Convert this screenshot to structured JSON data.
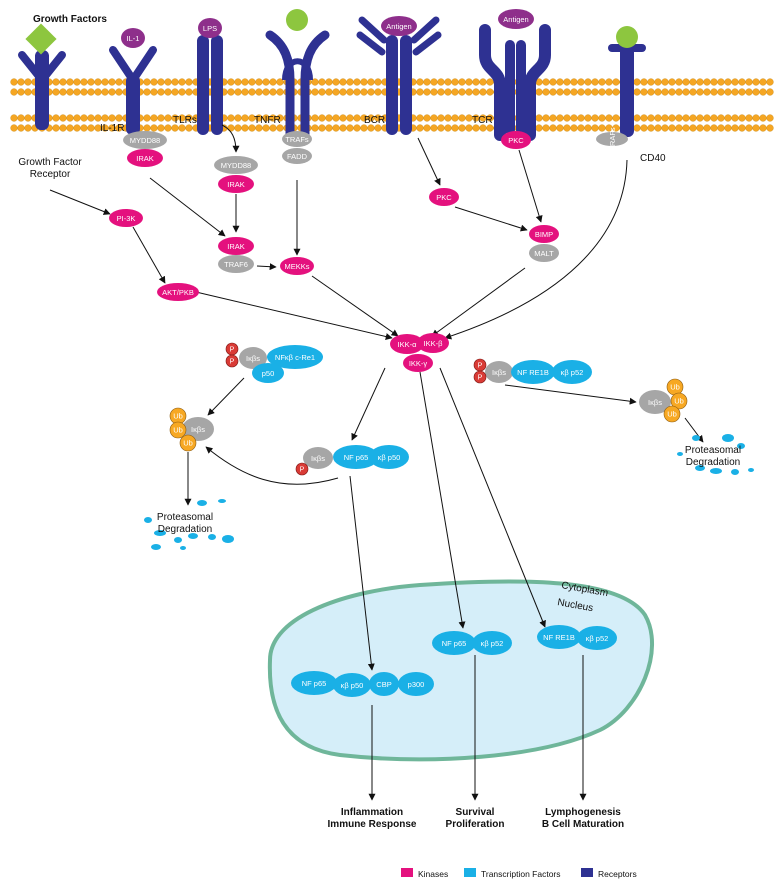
{
  "colors": {
    "kinase": "#e4117e",
    "transcription": "#1ab0e6",
    "receptor": "#2e3192",
    "gray": "#a6a6a6",
    "ligand_green": "#8dc63f",
    "ligand_purple": "#8e2f8b",
    "membrane": "#f5a623",
    "nucleus_fill": "#d5eef9",
    "nucleus_stroke": "#6fb69a",
    "phospho": "#d93b36",
    "ubiquitin": "#f7a823"
  },
  "labels": {
    "growth_factors": "Growth Factors",
    "il1": "IL-1",
    "lps": "LPS",
    "antigen_bcr": "Antigen",
    "antigen_tcr": "Antigen",
    "il1r": "IL-1R",
    "tlrs": "TLRs",
    "tnfr": "TNFR",
    "bcr": "BCR",
    "tcr": "TCR",
    "cd40": "CD40",
    "gf_receptor_1": "Growth Factor",
    "gf_receptor_2": "Receptor",
    "cytoplasm": "Cytoplasm",
    "nucleus": "Nucleus",
    "prot_deg_1": "Proteasomal",
    "prot_deg_2": "Degradation",
    "prot_deg_r1": "Proteasomal",
    "prot_deg_r2": "Degradation",
    "out_infl_1": "Inflammation",
    "out_infl_2": "Immune Response",
    "out_surv_1": "Survival",
    "out_surv_2": "Proliferation",
    "out_lymph_1": "Lymphogenesis",
    "out_lymph_2": "B Cell Maturation"
  },
  "nodes": {
    "myd88_a": "MYDD88",
    "irak_a": "IRAK",
    "myd88_b": "MYDD88",
    "irak_b": "IRAK",
    "irak_c": "IRAK",
    "traf6": "TRAF6",
    "pi3k": "PI-3K",
    "akt": "AKT/PKB",
    "trafs_tnfr": "TRAFs",
    "fadd": "FADD",
    "mekks": "MEKKs",
    "pkc_bcr": "PKC",
    "pkc_tcr": "PKC",
    "bimp": "BIMP",
    "malt": "MALT",
    "trafs_cd40": "TRAFs",
    "ikka": "IKK-α",
    "ikkb": "IKK-β",
    "ikkg": "IKK-γ",
    "ikb_l": "Iκβs",
    "nfkb_crel": "NFκβ c-Re1",
    "p50_l": "p50",
    "ikb_ub_l": "Iκβs",
    "ub1": "Ub",
    "ub2": "Ub",
    "ub3": "Ub",
    "ikb_c": "Iκβs",
    "nf_p65_c": "NF p65",
    "kb_p50_c": "κβ p50",
    "ikb_r": "Iκβs",
    "nf_re1b_r": "NF RE1B",
    "kb_p52_r": "κβ p52",
    "ikb_ub_r": "Iκβs",
    "ub4": "Ub",
    "ub5": "Ub",
    "ub6": "Ub",
    "n_nfp65_1": "NF p65",
    "n_kbp50": "κβ p50",
    "n_cbp": "CBP",
    "n_p300": "p300",
    "n_nfp65_2": "NF p65",
    "n_kbp52_1": "κβ p52",
    "n_nfre1b": "NF RE1B",
    "n_kbp52_2": "κβ p52",
    "p1": "P",
    "p2": "P",
    "p3": "P",
    "p4": "P",
    "p5": "P"
  },
  "legend": {
    "kinases": "Kinases",
    "transcription_factors": "Transcription Factors",
    "receptors": "Receptors"
  }
}
